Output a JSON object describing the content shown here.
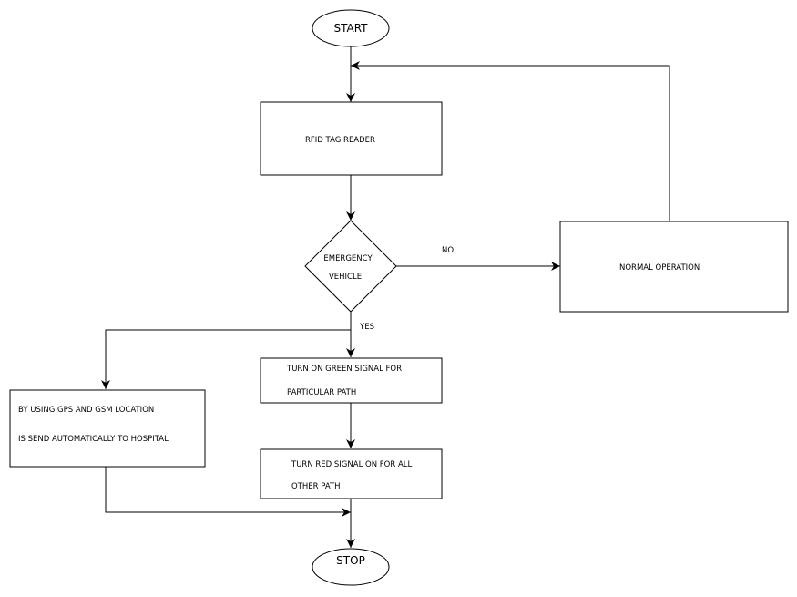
{
  "nodes": {
    "start": "START",
    "rfid": "RFID TAG READER",
    "emergency_line1": "EMERGENCY",
    "emergency_line2": "VEHICLE",
    "normal": "NORMAL OPERATION",
    "green_line1": "TURN ON GREEN SIGNAL FOR",
    "green_line2": "PARTICULAR PATH",
    "gps_line1": "BY USING GPS AND GSM LOCATION",
    "gps_line2": "IS SEND AUTOMATICALLY TO HOSPITAL",
    "red_line1": "TURN RED SIGNAL ON FOR ALL",
    "red_line2": "OTHER PATH",
    "stop": "STOP"
  },
  "edges": {
    "no_label": "NO",
    "yes_label": "YES"
  },
  "colors": {
    "stroke": "#000000",
    "background": "#ffffff"
  }
}
